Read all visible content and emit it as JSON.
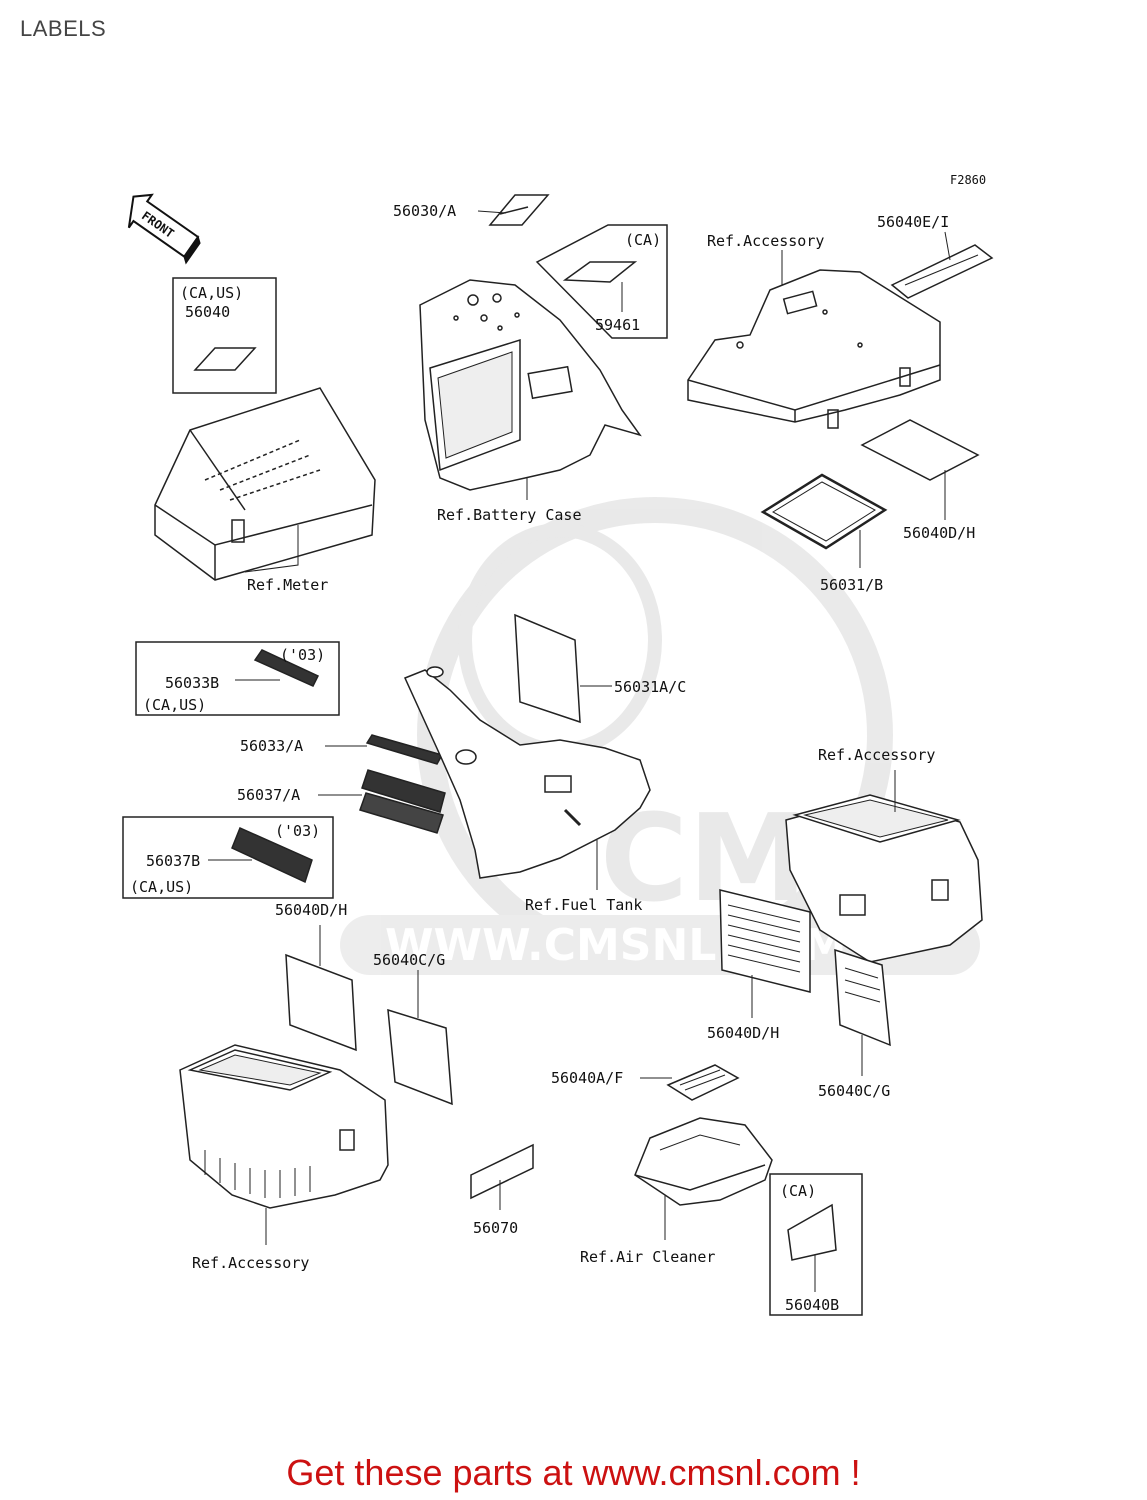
{
  "page": {
    "title": "LABELS",
    "figure_code": "F2860",
    "footer": "Get these parts at www.cmsnl.com !"
  },
  "front_arrow": {
    "text": "FRONT"
  },
  "watermark": {
    "brand": "CMS",
    "url": "WWW.CMSNL.COM"
  },
  "labels": {
    "p56030a": "56030/A",
    "ca_box_top": "(CA)",
    "p59461": "59461",
    "ref_accessory_top": "Ref.Accessory",
    "p56040ei": "56040E/I",
    "ca_us_box": "(CA,US)",
    "p56040": "56040",
    "ref_battery_case": "Ref.Battery Case",
    "ref_meter": "Ref.Meter",
    "p56040dh_right": "56040D/H",
    "p56031b": "56031/B",
    "p56031ac": "56031A/C",
    "box03a_year": "('03)",
    "box03a_part": "56033B",
    "box03a_region": "(CA,US)",
    "p56033a": "56033/A",
    "p56037a": "56037/A",
    "box03b_year": "('03)",
    "box03b_part": "56037B",
    "box03b_region": "(CA,US)",
    "ref_accessory_right": "Ref.Accessory",
    "ref_fuel_tank": "Ref.Fuel Tank",
    "p56040dh_left": "56040D/H",
    "p56040cg_mid": "56040C/G",
    "p56040dh_mid": "56040D/H",
    "p56040cg_right": "56040C/G",
    "p56040af": "56040A/F",
    "ref_accessory_bottom": "Ref.Accessory",
    "p56070": "56070",
    "ref_air_cleaner": "Ref.Air Cleaner",
    "ca_box_bottom": "(CA)",
    "p56040b": "56040B"
  }
}
